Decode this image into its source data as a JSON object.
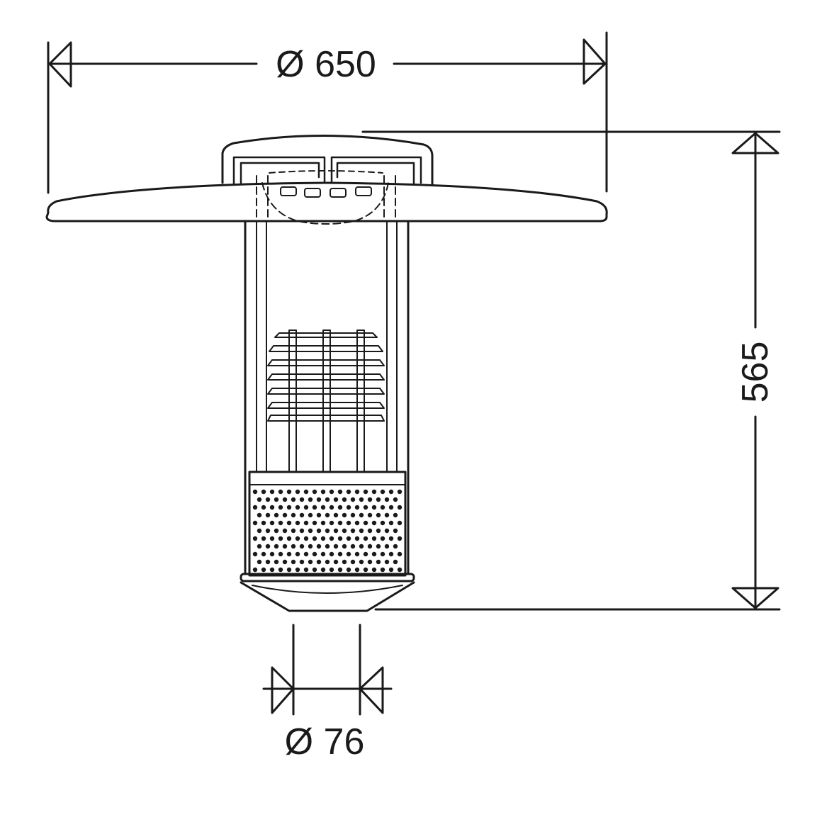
{
  "dimensions": {
    "width_label": "Ø 650",
    "height_label": "565",
    "bottom_label": "Ø 76"
  },
  "colors": {
    "line": "#1a1a1a",
    "background": "#ffffff"
  }
}
